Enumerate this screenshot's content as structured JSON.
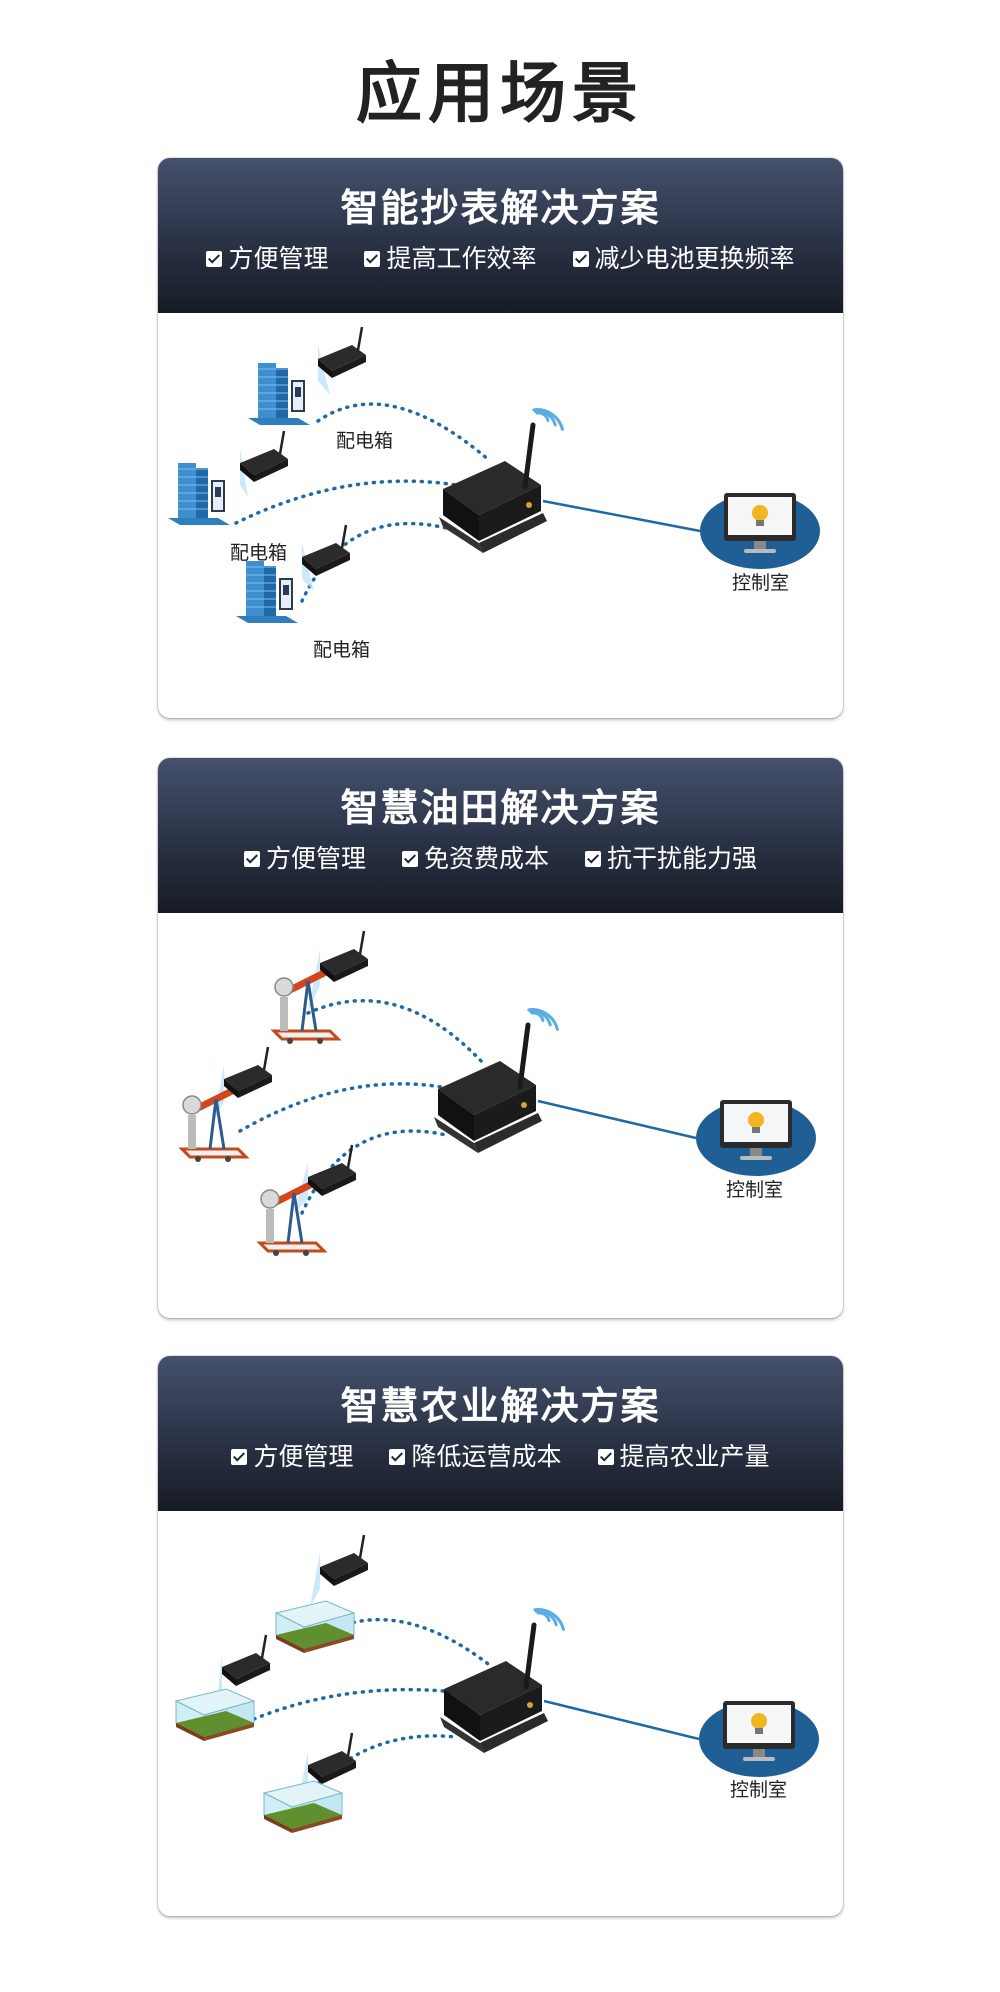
{
  "page_title": "应用场景",
  "colors": {
    "header_dark": "#1a1f2b",
    "header_light": "#45516d",
    "link_blue": "#1f6aa5",
    "control_ellipse": "#1f5f96"
  },
  "cards": [
    {
      "title": "智能抄表解决方案",
      "features": [
        "方便管理",
        "提高工作效率",
        "减少电池更换频率"
      ],
      "site_type": "building-with-meter-box",
      "site_labels": [
        "配电箱",
        "配电箱",
        "配电箱"
      ],
      "control_label": "控制室"
    },
    {
      "title": "智慧油田解决方案",
      "features": [
        "方便管理",
        "免资费成本",
        "抗干扰能力强"
      ],
      "site_type": "oil-pump-jack",
      "site_labels": [],
      "control_label": "控制室"
    },
    {
      "title": "智慧农业解决方案",
      "features": [
        "方便管理",
        "降低运营成本",
        "提高农业产量"
      ],
      "site_type": "greenhouse",
      "site_labels": [],
      "control_label": "控制室"
    }
  ],
  "icons": [
    "check-icon",
    "radio-module-icon",
    "gateway-router-icon",
    "wifi-signal-icon",
    "monitor-icon",
    "lightbulb-icon"
  ]
}
